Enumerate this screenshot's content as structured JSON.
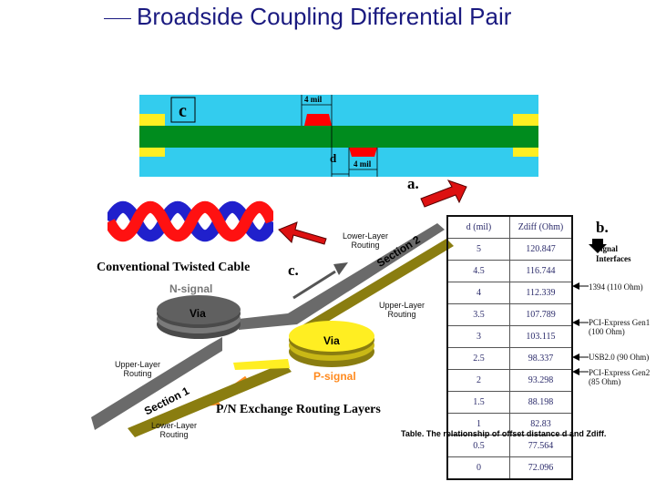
{
  "title": "Broadside Coupling Differential Pair",
  "cross_section": {
    "panel_label": "c",
    "top_width_label": "4 mil",
    "bottom_width_label": "4 mil",
    "offset_label": "d"
  },
  "labels": {
    "a": "a.",
    "b": "b.",
    "c": "c.",
    "twisted_cable": "Conventional Twisted Cable",
    "n_signal": "N-signal",
    "p_signal": "P-signal",
    "via_n": "Via",
    "via_p": "Via",
    "section1": "Section 1",
    "section2": "Section 2",
    "lower_layer_top": "Lower-Layer\nRouting",
    "upper_layer_right": "Upper-Layer\nRouting",
    "upper_layer_left": "Upper-Layer\nRouting",
    "lower_layer_bottom": "Lower-Layer\nRouting",
    "exchange_caption": "P/N Exchange Routing Layers",
    "signal_interfaces": "Signal\nInterfaces",
    "table_caption": "Table. The relationship of offset distance d and Zdiff."
  },
  "table": {
    "headers": [
      "d (mil)",
      "Zdiff (Ohm)"
    ],
    "rows": [
      [
        "5",
        "120.847"
      ],
      [
        "4.5",
        "116.744"
      ],
      [
        "4",
        "112.339"
      ],
      [
        "3.5",
        "107.789"
      ],
      [
        "3",
        "103.115"
      ],
      [
        "2.5",
        "98.337"
      ],
      [
        "2",
        "93.298"
      ],
      [
        "1.5",
        "88.198"
      ],
      [
        "1",
        "82.83"
      ],
      [
        "0.5",
        "77.564"
      ],
      [
        "0",
        "72.096"
      ]
    ]
  },
  "interfaces": [
    "1394 (110 Ohm)",
    "PCI-Express Gen1\n(100 Ohm)",
    "USB2.0 (90 Ohm)",
    "PCI-Express Gen2\n(85 Ohm)"
  ],
  "colors": {
    "title": "#1a1a80",
    "dielectric": "#33ccee",
    "ground_plane": "#008c1e",
    "trace": "#ff0000",
    "pad": "#ffee22",
    "arrow": "#dd1111",
    "n_wire": "#2020cc",
    "p_wire": "#ff1111"
  }
}
